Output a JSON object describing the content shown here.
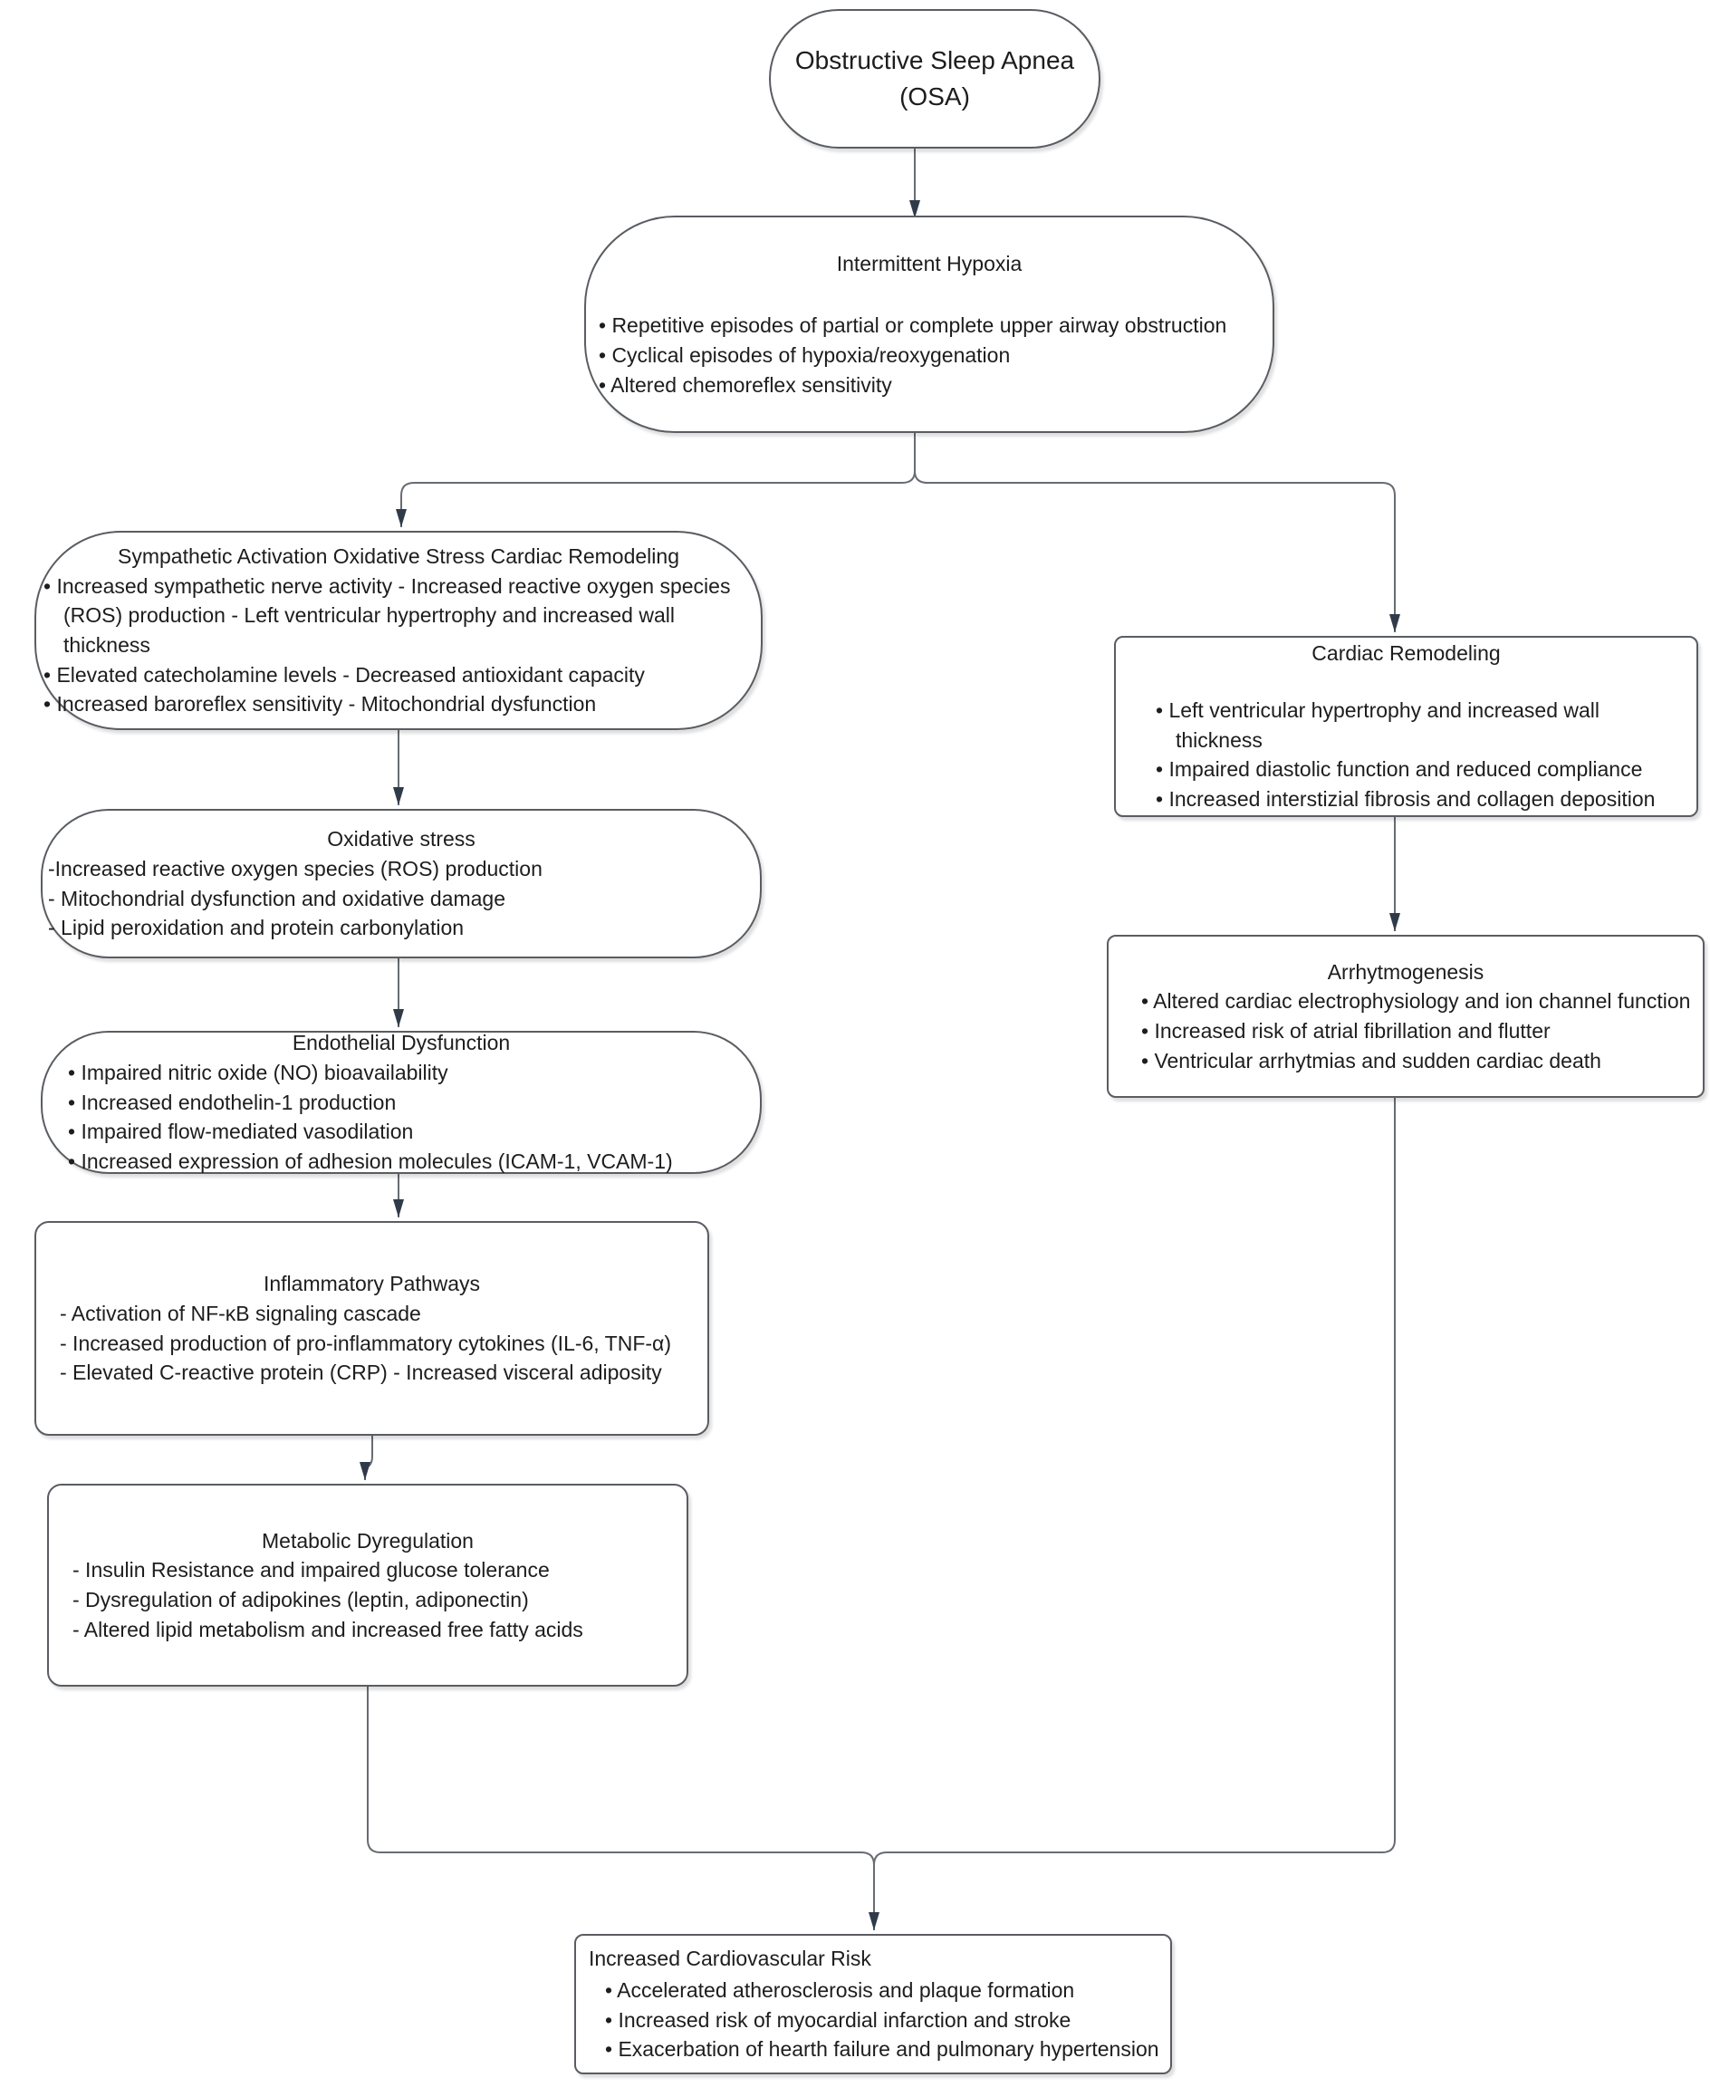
{
  "diagram": {
    "colors": {
      "background": "#ffffff",
      "node_fill": "#ffffff",
      "node_border": "#595d62",
      "connector": "#676c72",
      "arrowhead": "#303b49",
      "text": "#1d1d1d"
    },
    "nodes": {
      "osa": {
        "title": "Obstructive Sleep Apnea (OSA)"
      },
      "hypoxia": {
        "title": "Intermittent Hypoxia",
        "items": [
          "• Repetitive episodes of partial or complete upper airway obstruction",
          "• Cyclical episodes of hypoxia/reoxygenation",
          "• Altered chemoreflex sensitivity"
        ]
      },
      "sympathetic": {
        "title": "Sympathetic Activation Oxidative Stress Cardiac Remodeling",
        "items": [
          "• Increased sympathetic nerve activity - Increased reactive oxygen species (ROS) production - Left ventricular hypertrophy and increased wall thickness",
          "• Elevated catecholamine levels - Decreased antioxidant capacity",
          "• Increased baroreflex sensitivity - Mitochondrial dysfunction"
        ]
      },
      "cardiac": {
        "title": "Cardiac Remodeling",
        "items": [
          "• Left ventricular hypertrophy and increased wall thickness",
          "• Impaired diastolic function and reduced compliance",
          "• Increased interstizial fibrosis and collagen deposition"
        ]
      },
      "oxidative": {
        "title": "Oxidative stress",
        "items": [
          "-Increased reactive oxygen species (ROS) production",
          "- Mitochondrial dysfunction and oxidative damage",
          "- Lipid peroxidation and protein carbonylation"
        ]
      },
      "arrhytmo": {
        "title": "Arrhytmogenesis",
        "items": [
          "• Altered cardiac electrophysiology and ion channel function",
          "• Increased risk of atrial fibrillation and flutter",
          "• Ventricular arrhytmias and sudden cardiac death"
        ]
      },
      "endothelial": {
        "title": "Endothelial Dysfunction",
        "items": [
          "• Impaired nitric oxide (NO) bioavailability",
          "• Increased endothelin-1 production",
          "• Impaired flow-mediated vasodilation",
          "• Increased expression of adhesion molecules (ICAM-1, VCAM-1)"
        ]
      },
      "inflammatory": {
        "title": "Inflammatory Pathways",
        "items": [
          "- Activation of NF-κB signaling cascade",
          "- Increased production of pro-inflammatory cytokines (IL-6, TNF-α)",
          "- Elevated C-reactive protein (CRP) - Increased visceral adiposity"
        ]
      },
      "metabolic": {
        "title": "Metabolic Dyregulation",
        "items": [
          "- Insulin Resistance and impaired glucose tolerance",
          "- Dysregulation of adipokines (leptin, adiponectin)",
          "- Altered lipid metabolism and increased free fatty acids"
        ]
      },
      "risk": {
        "title": "Increased Cardiovascular Risk",
        "items": [
          "• Accelerated atherosclerosis and plaque formation",
          "• Increased risk of myocardial infarction and stroke",
          "• Exacerbation of hearth failure and pulmonary hypertension"
        ]
      }
    }
  }
}
